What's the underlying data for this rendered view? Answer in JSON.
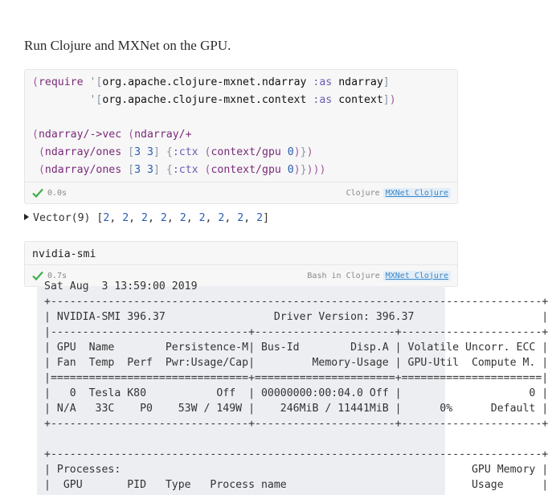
{
  "heading": "Run Clojure and MXNet on the GPU.",
  "cell1": {
    "code": {
      "require": "require",
      "ns1": "org.apache.clojure-mxnet.ndarray",
      "as": ":as",
      "alias1": "ndarray",
      "ns2": "org.apache.clojure-mxnet.context",
      "alias2": "context",
      "fn_tovec": "ndarray/->vec",
      "fn_plus": "ndarray/+",
      "fn_ones": "ndarray/ones",
      "three": "3",
      "ctx": ":ctx",
      "fn_gpu": "context/gpu",
      "zero": "0"
    },
    "time": "0.0s",
    "lang": "Clojure",
    "tag": "MXNet Clojure"
  },
  "result": {
    "label": "Vector(9)",
    "values": [
      "2",
      "2",
      "2",
      "2",
      "2",
      "2",
      "2",
      "2",
      "2"
    ]
  },
  "cell2": {
    "code": "nvidia-smi",
    "time": "0.7s",
    "lang": "Bash in Clojure",
    "tag": "MXNet Clojure"
  },
  "output_lines": [
    "Sat Aug  3 13:59:00 2019",
    "+-----------------------------------------------------------------------------+",
    "| NVIDIA-SMI 396.37                 Driver Version: 396.37                    |",
    "|-------------------------------+----------------------+----------------------+",
    "| GPU  Name        Persistence-M| Bus-Id        Disp.A | Volatile Uncorr. ECC |",
    "| Fan  Temp  Perf  Pwr:Usage/Cap|         Memory-Usage | GPU-Util  Compute M. |",
    "|===============================+======================+======================|",
    "|   0  Tesla K80           Off  | 00000000:00:04.0 Off |                    0 |",
    "| N/A   33C    P0    53W / 149W |    246MiB / 11441MiB |      0%      Default |",
    "+-------------------------------+----------------------+----------------------+",
    "",
    "+-----------------------------------------------------------------------------+",
    "| Processes:                                                       GPU Memory |",
    "|  GPU       PID   Type   Process name                             Usage      |"
  ]
}
